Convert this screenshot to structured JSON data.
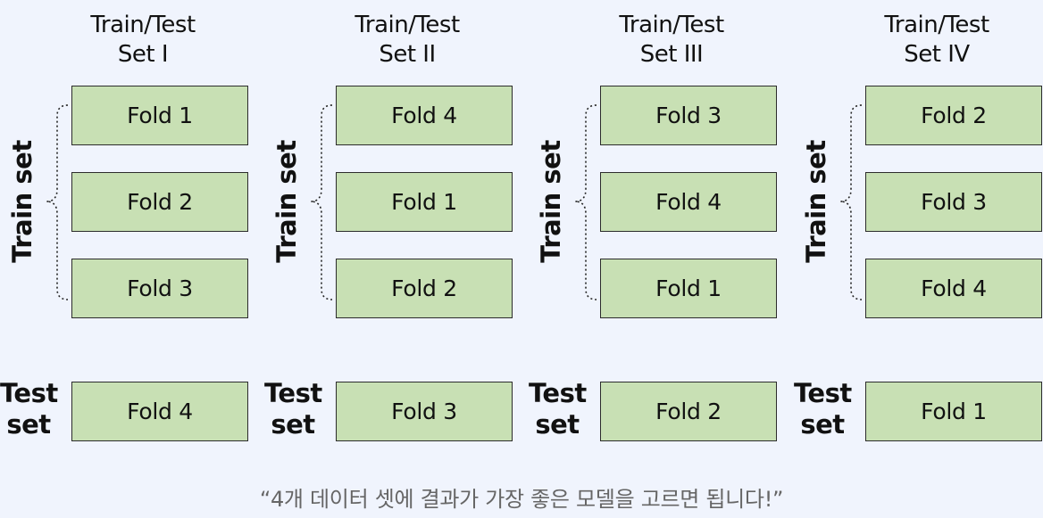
{
  "sets": [
    {
      "title_line1": "Train/Test",
      "title_line2": "Set I",
      "train_label": "Train set",
      "train_folds": [
        "Fold 1",
        "Fold 2",
        "Fold 3"
      ],
      "test_label_line1": "Test",
      "test_label_line2": "set",
      "test_fold": "Fold 4"
    },
    {
      "title_line1": "Train/Test",
      "title_line2": "Set II",
      "train_label": "Train set",
      "train_folds": [
        "Fold 4",
        "Fold 1",
        "Fold 2"
      ],
      "test_label_line1": "Test",
      "test_label_line2": "set",
      "test_fold": "Fold 3"
    },
    {
      "title_line1": "Train/Test",
      "title_line2": "Set III",
      "train_label": "Train set",
      "train_folds": [
        "Fold 3",
        "Fold 4",
        "Fold 1"
      ],
      "test_label_line1": "Test",
      "test_label_line2": "set",
      "test_fold": "Fold 2"
    },
    {
      "title_line1": "Train/Test",
      "title_line2": "Set IV",
      "train_label": "Train set",
      "train_folds": [
        "Fold 2",
        "Fold 3",
        "Fold 4"
      ],
      "test_label_line1": "Test",
      "test_label_line2": "set",
      "test_fold": "Fold 1"
    }
  ],
  "caption": "“4개 데이터 셋에 결과가 가장 좋은 모델을 고르면 됩니다!”",
  "colors": {
    "fold_fill": "#c8e0b4",
    "background": "#f0f4fd"
  }
}
